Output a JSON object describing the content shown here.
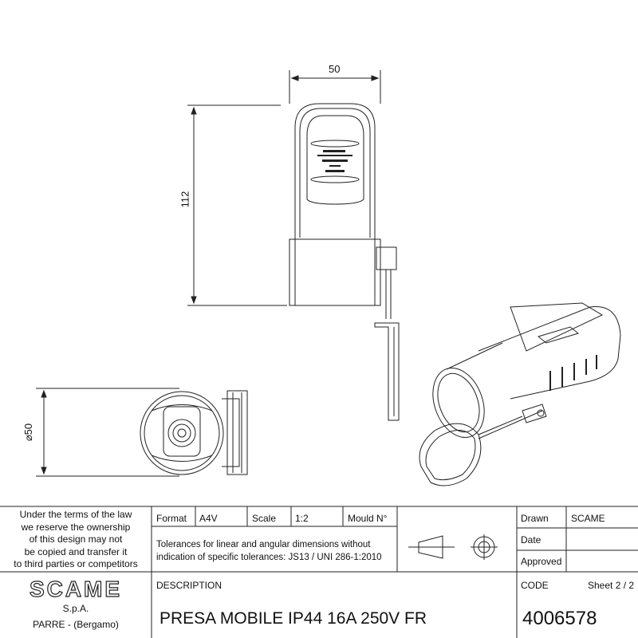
{
  "drawing": {
    "dimensions": {
      "width_top": "50",
      "height_side": "112",
      "diameter": "50"
    },
    "diameter_symbol": "⌀",
    "label_logo": "SCAME"
  },
  "title_block": {
    "notice": [
      "Under the terms of the law",
      "we reserve the ownership",
      "of this design may not",
      "be copied and transfer it",
      "to third parties or competitors"
    ],
    "format_label": "Format",
    "format_value": "A4V",
    "scale_label": "Scale",
    "scale_value": "1:2",
    "mould_label": "Mould N°",
    "tolerances": [
      "Tolerances for linear and angular dimensions without",
      "indication of specific tolerances: JS13 / UNI 286-1:2010"
    ],
    "drawn_label": "Drawn",
    "drawn_value": "SCAME",
    "date_label": "Date",
    "approved_label": "Approved",
    "company_logo": "SCAME",
    "company_suffix": "S.p.A.",
    "company_location": "PARRE - (Bergamo)",
    "description_label": "DESCRIPTION",
    "description_value": "PRESA MOBILE IP44 16A 250V FR",
    "code_label": "CODE",
    "sheet": "Sheet 2 / 2",
    "code_value": "4006578"
  }
}
